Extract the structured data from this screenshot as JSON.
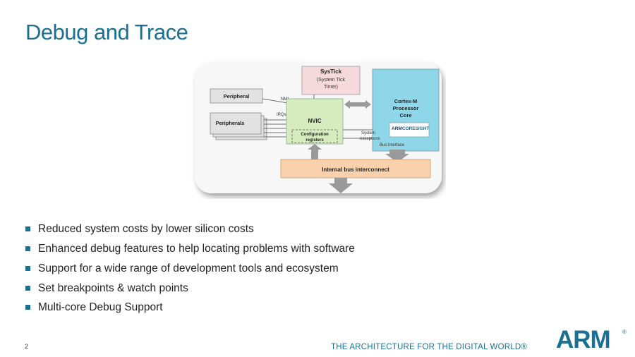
{
  "slide": {
    "title": "Debug and Trace",
    "page_number": "2",
    "tagline": "THE ARCHITECTURE FOR THE DIGITAL WORLD®",
    "logo_text": "ARM",
    "logo_mark": "®"
  },
  "bullets": [
    "Reduced system costs by lower silicon costs",
    "Enhanced debug features to help locating problems with software",
    "Support for a wide range of development tools and ecosystem",
    "Set breakpoints & watch points",
    "Multi-core Debug Support"
  ],
  "diagram": {
    "systick_title": "SysTick",
    "systick_sub1": "(System Tick",
    "systick_sub2": "Timer)",
    "peripheral": "Peripheral",
    "peripherals": "Peripherals",
    "nmi": "NMI",
    "irqs": "IRQs",
    "nvic": "NVIC",
    "config1": "Configuration",
    "config2": "registers",
    "core1": "Cortex-M",
    "core2": "Processor",
    "core3": "Core",
    "coresight_a": "ARM",
    "coresight_b": "CORESIGHT",
    "sys_exc1": "System",
    "sys_exc2": "exceptions",
    "bus_if": "Bus interface",
    "bus": "Internal bus interconnect"
  },
  "colors": {
    "accent": "#1b6f93",
    "systick_fill": "#f6d9dc",
    "nvic_fill": "#d6ecbf",
    "core_fill": "#8fd6e8",
    "bus_fill": "#f9d2ad"
  }
}
